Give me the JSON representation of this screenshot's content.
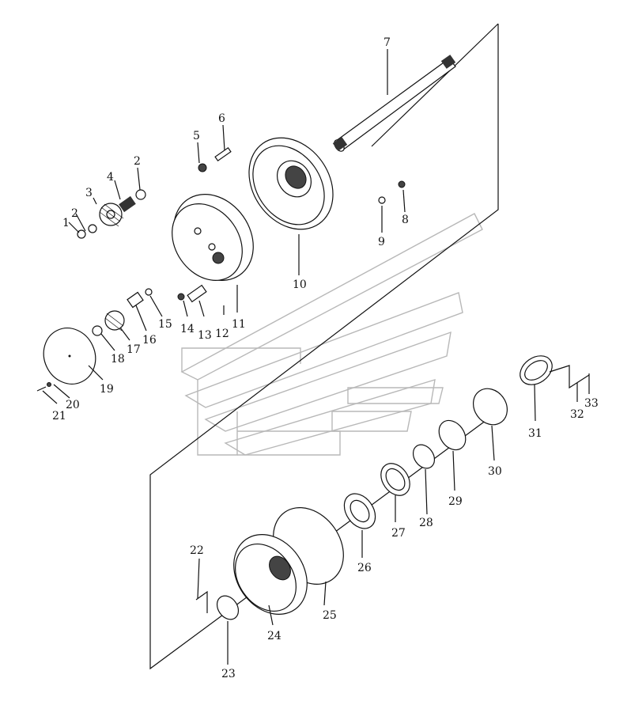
{
  "diagram": {
    "type": "exploded-parts-diagram",
    "callouts": [
      "1",
      "2",
      "2",
      "3",
      "4",
      "5",
      "6",
      "7",
      "8",
      "9",
      "10",
      "11",
      "12",
      "13",
      "14",
      "15",
      "16",
      "17",
      "18",
      "19",
      "20",
      "21",
      "22",
      "23",
      "24",
      "25",
      "26",
      "27",
      "28",
      "29",
      "30",
      "31",
      "32",
      "33"
    ]
  },
  "colors": {
    "line": "#111111",
    "watermark": "#b8b8b8",
    "background": "#ffffff"
  }
}
